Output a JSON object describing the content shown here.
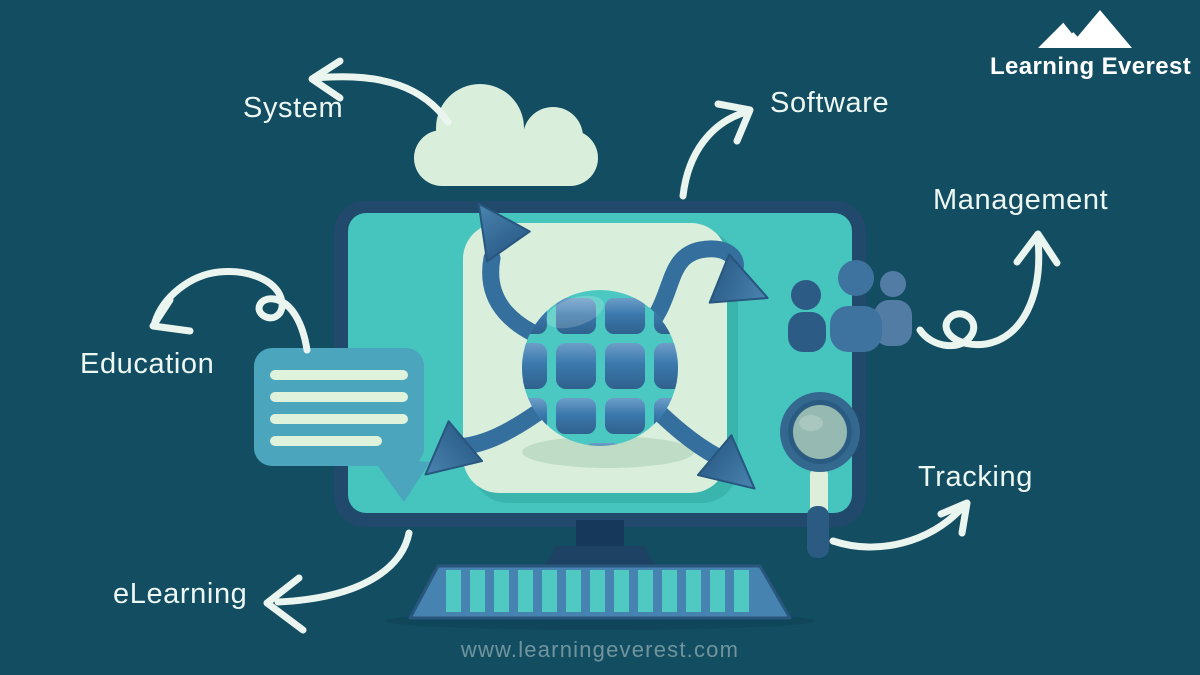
{
  "logo": {
    "text": "Learning Everest",
    "icon": "mountain-icon",
    "color": "#FFFFFF"
  },
  "labels": {
    "system": "System",
    "software": "Software",
    "management": "Management",
    "education": "Education",
    "tracking": "Tracking",
    "elearning": "eLearning"
  },
  "footer": {
    "url": "www.learningeverest.com"
  },
  "illustration": {
    "icons": [
      "cloud-icon",
      "monitor-icon",
      "globe-icon",
      "speech-bubble-icon",
      "user-group-icon",
      "magnifier-icon",
      "keyboard-icon",
      "curved-arrow-icon"
    ]
  },
  "colors": {
    "background": "#134D61",
    "label_text": "#EDF7F2",
    "hand_arrow": "#EAF5EF",
    "monitor_frame": "#20496B",
    "screen_teal": "#46C5BE",
    "panel_mint": "#D9EFDC",
    "globe_teal": "#4BC8C1",
    "globe_window_blue": "#3B79AD",
    "arm_blue": "#356F9D",
    "bubble_teal": "#4AA5BD",
    "keyboard_blue": "#4783B1",
    "key_teal": "#50C9C2",
    "url_text": "rgba(237,247,242,0.42)"
  }
}
